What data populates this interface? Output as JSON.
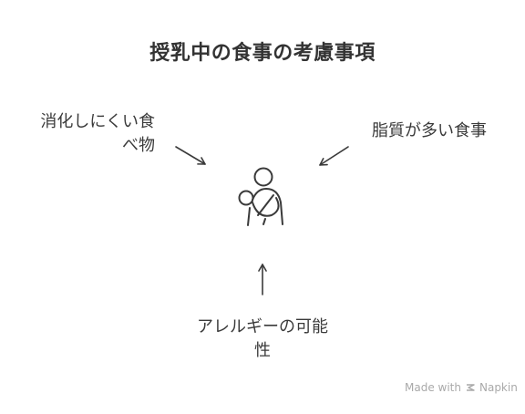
{
  "title": "授乳中の食事の考慮事項",
  "factors": {
    "top_left": {
      "line1": "消化しにくい食",
      "line2": "べ物"
    },
    "top_right": {
      "line1": "脂質が多い食事"
    },
    "bottom": {
      "line1": "アレルギーの可能",
      "line2": "性"
    }
  },
  "center_icon": "breastfeeding-mother-icon",
  "footer": {
    "made_with": "Made with",
    "brand": "Napkin",
    "logo_icon": "napkin-logo-icon"
  }
}
